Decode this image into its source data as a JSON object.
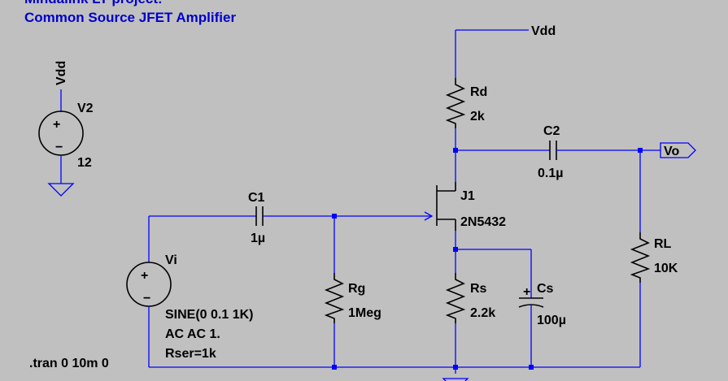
{
  "title": {
    "line1": "Mindalink LT project:",
    "line2": "Common Source JFET Amplifier"
  },
  "nets": {
    "vdd": "Vdd",
    "vo": "Vo",
    "vdd_supply": "Vdd"
  },
  "components": {
    "v2": {
      "name": "V2",
      "value": "12"
    },
    "vi": {
      "name": "Vi",
      "line1": "SINE(0 0.1 1K)",
      "line2": "AC AC 1.",
      "line3": "Rser=1k"
    },
    "c1": {
      "name": "C1",
      "value": "1µ"
    },
    "c2": {
      "name": "C2",
      "value": "0.1µ"
    },
    "rd": {
      "name": "Rd",
      "value": "2k"
    },
    "rg": {
      "name": "Rg",
      "value": "1Meg"
    },
    "rs": {
      "name": "Rs",
      "value": "2.2k"
    },
    "cs": {
      "name": "Cs",
      "value": "100µ"
    },
    "rl": {
      "name": "RL",
      "value": "10K"
    },
    "j1": {
      "name": "J1",
      "value": "2N5432"
    }
  },
  "directive": ".tran 0 10m 0",
  "symbols": {
    "plus": "+",
    "minus": "−"
  },
  "colors": {
    "background": "#c0c0c0",
    "wire": "#0000ff",
    "component": "#000000",
    "title": "#0000cc"
  }
}
